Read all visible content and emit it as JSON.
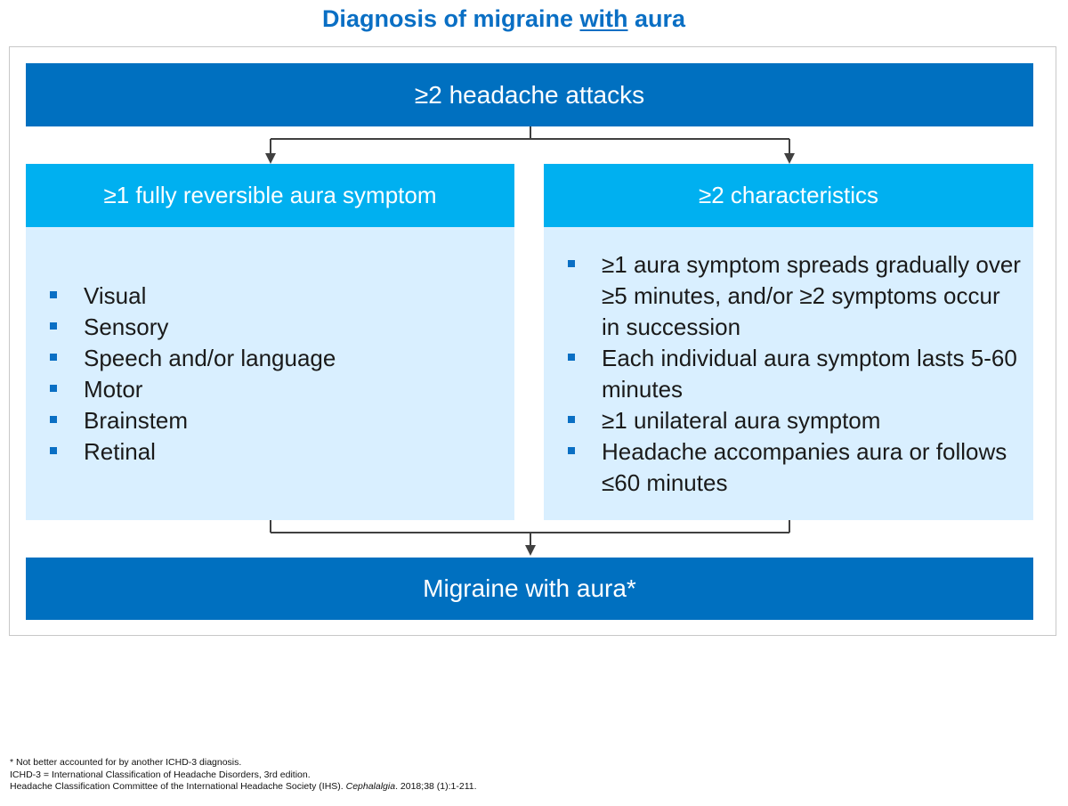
{
  "title": {
    "prefix": "Diagnosis of migraine ",
    "underlined": "with",
    "suffix": " aura"
  },
  "top_box": "≥2 headache attacks",
  "left_column": {
    "header": "≥1 fully reversible aura symptom",
    "items": [
      "Visual",
      "Sensory",
      "Speech and/or language",
      "Motor",
      "Brainstem",
      "Retinal"
    ]
  },
  "right_column": {
    "header": "≥2 characteristics",
    "items": [
      "≥1 aura symptom spreads gradually over ≥5 minutes, and/or ≥2 symptoms occur in succession",
      "Each individual aura symptom lasts 5-60 minutes",
      "≥1 unilateral aura symptom",
      "Headache accompanies aura or follows ≤60 minutes"
    ]
  },
  "bottom_box": "Migraine with aura*",
  "footnotes": {
    "note1": "* Not better accounted for by another ICHD-3 diagnosis.",
    "note2": "ICHD-3 = International Classification of Headache Disorders, 3rd edition.",
    "ref_prefix": "Headache Classification Committee of the International Headache Society (IHS). ",
    "ref_journal": "Cephalalgia",
    "ref_suffix": ". 2018;38 (1):1-211."
  },
  "colors": {
    "dark_blue": "#0070c0",
    "light_blue": "#00b0f0",
    "pale_blue": "#d9efff",
    "title_blue": "#0a6fc4",
    "connector": "#404040"
  }
}
